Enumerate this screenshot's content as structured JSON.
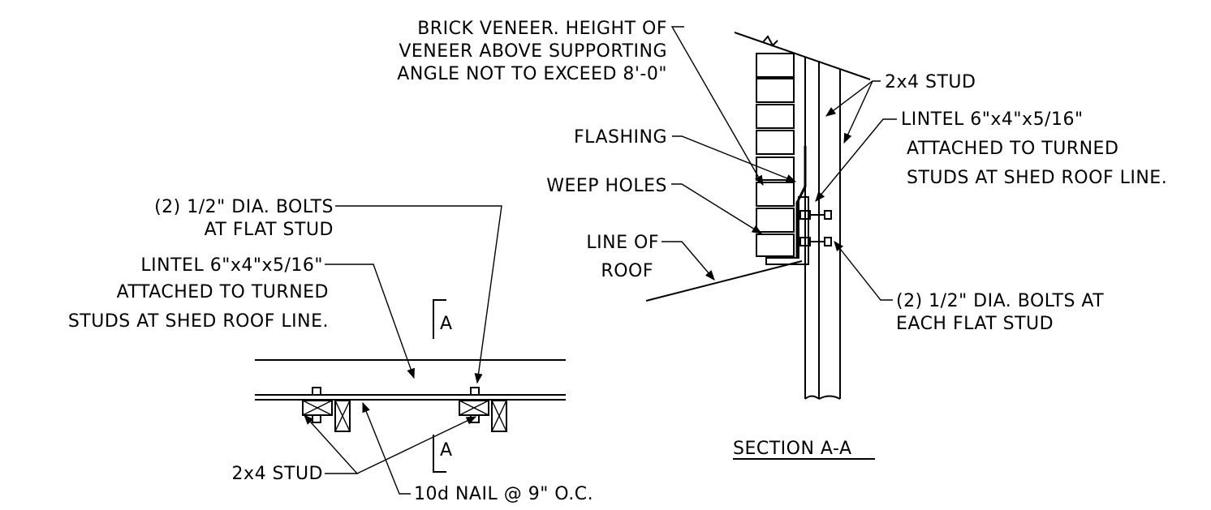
{
  "labels": {
    "brick_veneer_1": "BRICK VENEER.  HEIGHT OF",
    "brick_veneer_2": "VENEER ABOVE SUPPORTING",
    "brick_veneer_3": "ANGLE NOT TO EXCEED 8'-0\"",
    "flashing": "FLASHING",
    "weep_holes": "WEEP HOLES",
    "line_of_roof_1": "LINE OF",
    "line_of_roof_2": "ROOF",
    "stud_2x4_section": "2x4 STUD",
    "lintel_section_1": "LINTEL 6\"x4\"x5/16\"",
    "lintel_section_2": "ATTACHED TO TURNED",
    "lintel_section_3": "STUDS AT SHED ROOF LINE.",
    "bolts_section_1": "(2) 1/2\" DIA. BOLTS AT",
    "bolts_section_2": "EACH FLAT STUD",
    "section_title": "SECTION A-A",
    "bolts_plan_1": "(2) 1/2\" DIA. BOLTS",
    "bolts_plan_2": "AT FLAT STUD",
    "lintel_plan_1": "LINTEL 6\"x4\"x5/16\"",
    "lintel_plan_2": "ATTACHED TO TURNED",
    "lintel_plan_3": "STUDS AT SHED ROOF LINE.",
    "cut_a_top": "A",
    "cut_a_bottom": "A",
    "stud_2x4_plan": "2x4 STUD",
    "nail": "10d NAIL @ 9\" O.C."
  }
}
